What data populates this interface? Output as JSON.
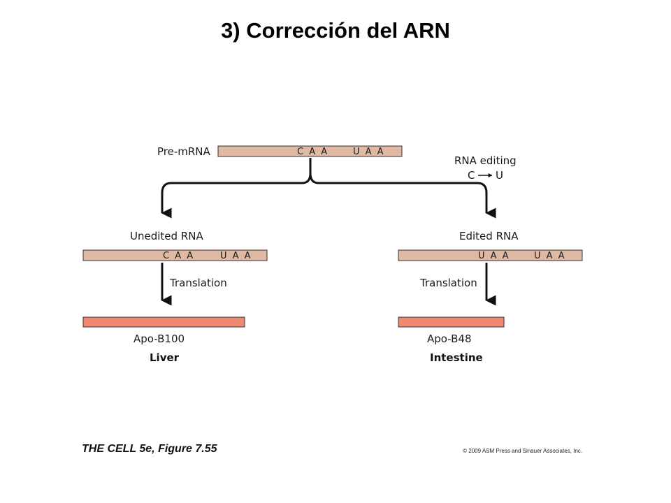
{
  "title": "3) Corrección del ARN",
  "premrna": {
    "label": "Pre-mRNA",
    "codon1": "C A A",
    "codon2": "U A A"
  },
  "editing": {
    "line1": "RNA editing",
    "from": "C",
    "to": "U"
  },
  "unedited": {
    "label": "Unedited RNA",
    "codon1": "C A A",
    "codon2": "U A A",
    "translation": "Translation",
    "product": "Apo-B100",
    "tissue": "Liver"
  },
  "edited": {
    "label": "Edited RNA",
    "codon1": "U A A",
    "codon2": "U A A",
    "translation": "Translation",
    "product": "Apo-B48",
    "tissue": "Intestine"
  },
  "footer": {
    "left": "THE CELL 5e, Figure 7.55",
    "right": "© 2009 ASM Press and Sinauer Associates, Inc."
  },
  "colors": {
    "rna": "#dfb9a3",
    "protein": "#ee8a72",
    "stroke": "#111111"
  }
}
